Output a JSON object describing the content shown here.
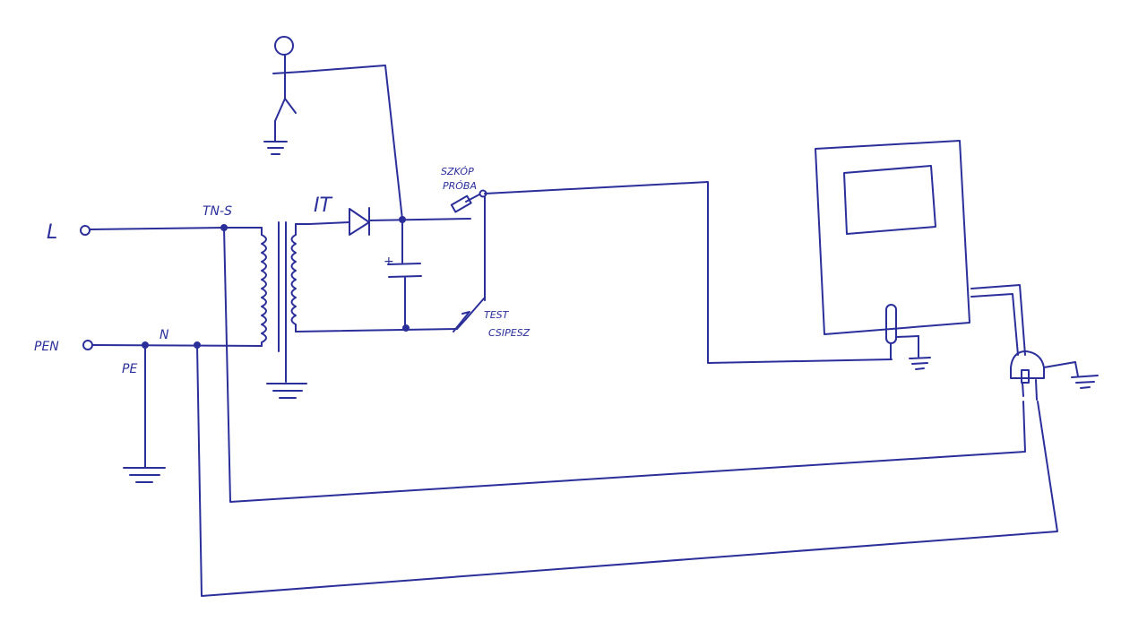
{
  "labels": {
    "line_terminal": "L",
    "pen_terminal": "PEN",
    "pe": "PE",
    "neutral": "N",
    "tn_s": "TN-S",
    "it": "IT",
    "capacitor_polarity": "+",
    "probe_line1": "SZKÓP",
    "probe_line2": "PRÓBA",
    "test_line1": "TEST",
    "test_line2": "CSIPESZ"
  },
  "colors": {
    "ink": "#2b2f9a",
    "paper": "#ffffff"
  }
}
